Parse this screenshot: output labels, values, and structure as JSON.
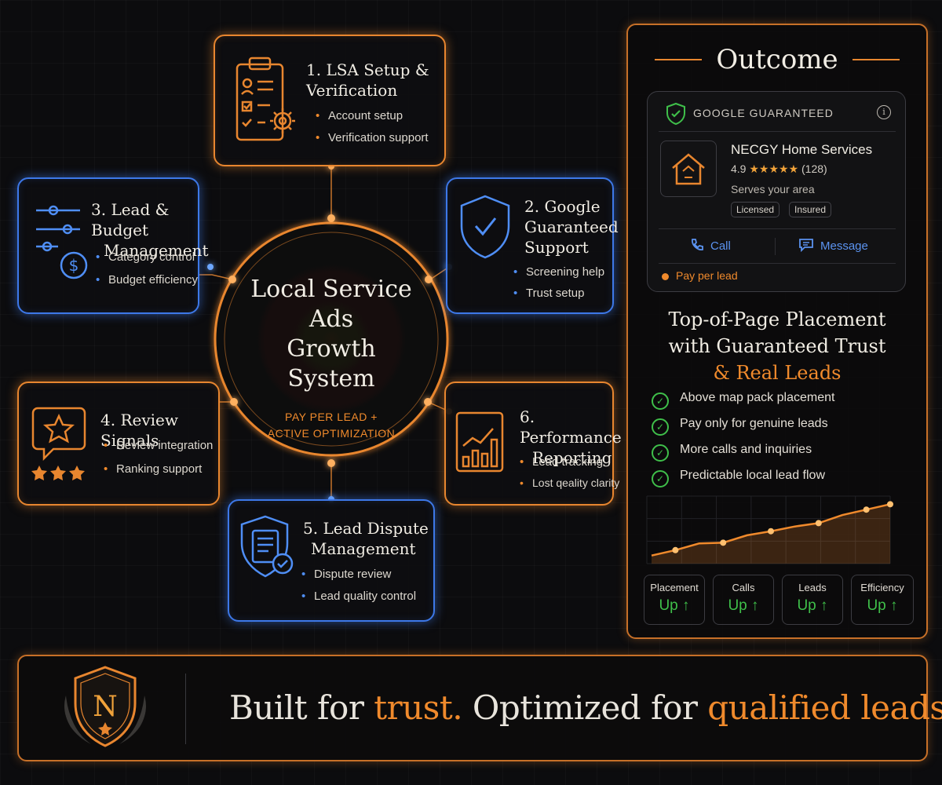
{
  "hub": {
    "title_lines": [
      "Local Service Ads",
      "Growth",
      "System"
    ],
    "subtitle_lines": [
      "PAY PER LEAD +",
      "ACTIVE OPTIMIZATION"
    ]
  },
  "cards": [
    {
      "number_title": "1. LSA Setup & Verification",
      "lines": [
        "1. LSA Setup &",
        "Verification"
      ],
      "bullets": [
        "Account setup",
        "Verification support"
      ],
      "accent": "orange"
    },
    {
      "number_title": "2. Google Guaranteed Support",
      "lines": [
        "2. Google",
        "Guaranteed",
        "Support"
      ],
      "bullets": [
        "Screening help",
        "Trust setup"
      ],
      "accent": "blue"
    },
    {
      "number_title": "3. Lead & Budget Management",
      "lines": [
        "3. Lead & Budget",
        "Management"
      ],
      "bullets": [
        "Category control",
        "Budget efficiency"
      ],
      "accent": "blue"
    },
    {
      "number_title": "4. Review Signals",
      "lines": [
        "4. Review Signals"
      ],
      "bullets": [
        "Review integration",
        "Ranking support"
      ],
      "accent": "orange"
    },
    {
      "number_title": "5. Lead Dispute Management",
      "lines": [
        "5. Lead Dispute",
        "Management"
      ],
      "bullets": [
        "Dispute review",
        "Lead quality control"
      ],
      "accent": "blue"
    },
    {
      "number_title": "6. Performance Reporting",
      "lines": [
        "6. Performance",
        "Reporting"
      ],
      "bullets": [
        "Lead tracking",
        "Lost qeality clarity"
      ],
      "accent": "orange"
    }
  ],
  "outcome": {
    "heading": "Outcome",
    "ad": {
      "badge": "GOOGLE GUARANTEED",
      "business": "NECGY Home Services",
      "rating": "4.9",
      "stars": "★★★★★",
      "reviews": "(128)",
      "serves": "Serves your area",
      "tags": [
        "Licensed",
        "Insured"
      ],
      "call": "Call",
      "message": "Message",
      "ppl": "Pay per lead"
    },
    "headline_lines": [
      "Top-of-Page Placement",
      "with Guaranteed Trust"
    ],
    "headline_accent": "& Real Leads",
    "checks": [
      "Above map pack placement",
      "Pay only for genuine leads",
      "More calls and inquiries",
      "Predictable local lead flow"
    ],
    "trend": [
      0.12,
      0.2,
      0.3,
      0.31,
      0.42,
      0.48,
      0.55,
      0.6,
      0.72,
      0.8,
      0.88
    ],
    "metrics": [
      {
        "label": "Placement",
        "value": "Up"
      },
      {
        "label": "Calls",
        "value": "Up"
      },
      {
        "label": "Leads",
        "value": "Up"
      },
      {
        "label": "Efficiency",
        "value": "Up"
      }
    ]
  },
  "footer": {
    "monogram": "N",
    "tag_a": "Built for ",
    "tag_b": "trust.",
    "tag_c": " Optimized for ",
    "tag_d": "qualified leads."
  },
  "colors": {
    "orange": "#e8862f",
    "blue": "#3d78e8",
    "green": "#3fbf4a",
    "cream": "#f1ede4"
  }
}
